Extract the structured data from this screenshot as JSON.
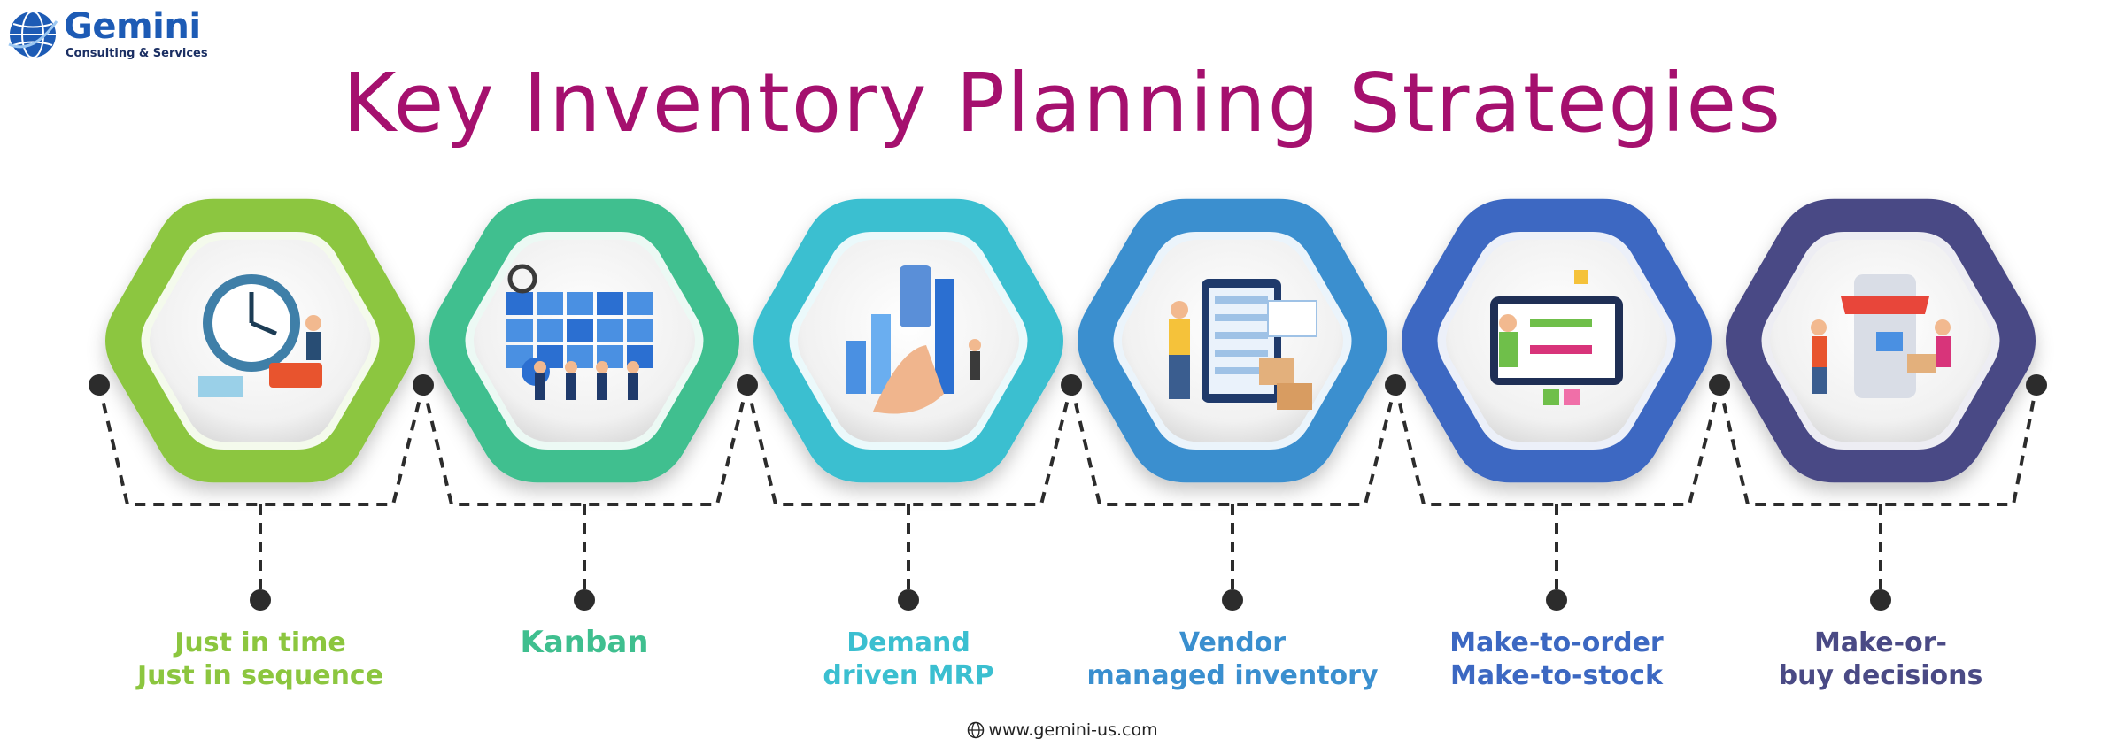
{
  "logo": {
    "brand": "Gemini",
    "tagline": "Consulting & Services"
  },
  "title": "Key Inventory Planning Strategies",
  "strategies": [
    {
      "lines": [
        "Just in time",
        "Just in sequence"
      ],
      "color": "#8cc63f",
      "icon": "clock-team-illustration"
    },
    {
      "lines": [
        "Kanban"
      ],
      "color": "#3fbf8f",
      "icon": "kanban-board-illustration"
    },
    {
      "lines": [
        "Demand",
        "driven MRP"
      ],
      "color": "#3bbfd0",
      "icon": "touchscreen-chart-illustration"
    },
    {
      "lines": [
        "Vendor",
        "managed inventory"
      ],
      "color": "#3a8fcf",
      "icon": "warehouse-worker-illustration"
    },
    {
      "lines": [
        "Make-to-order",
        "Make-to-stock"
      ],
      "color": "#3c68c2",
      "icon": "online-shop-tablet-illustration"
    },
    {
      "lines": [
        "Make-or-",
        "buy decisions"
      ],
      "color": "#4a4a85",
      "icon": "mobile-store-illustration"
    }
  ],
  "footer": {
    "url": "www.gemini-us.com",
    "icon": "globe-icon"
  }
}
